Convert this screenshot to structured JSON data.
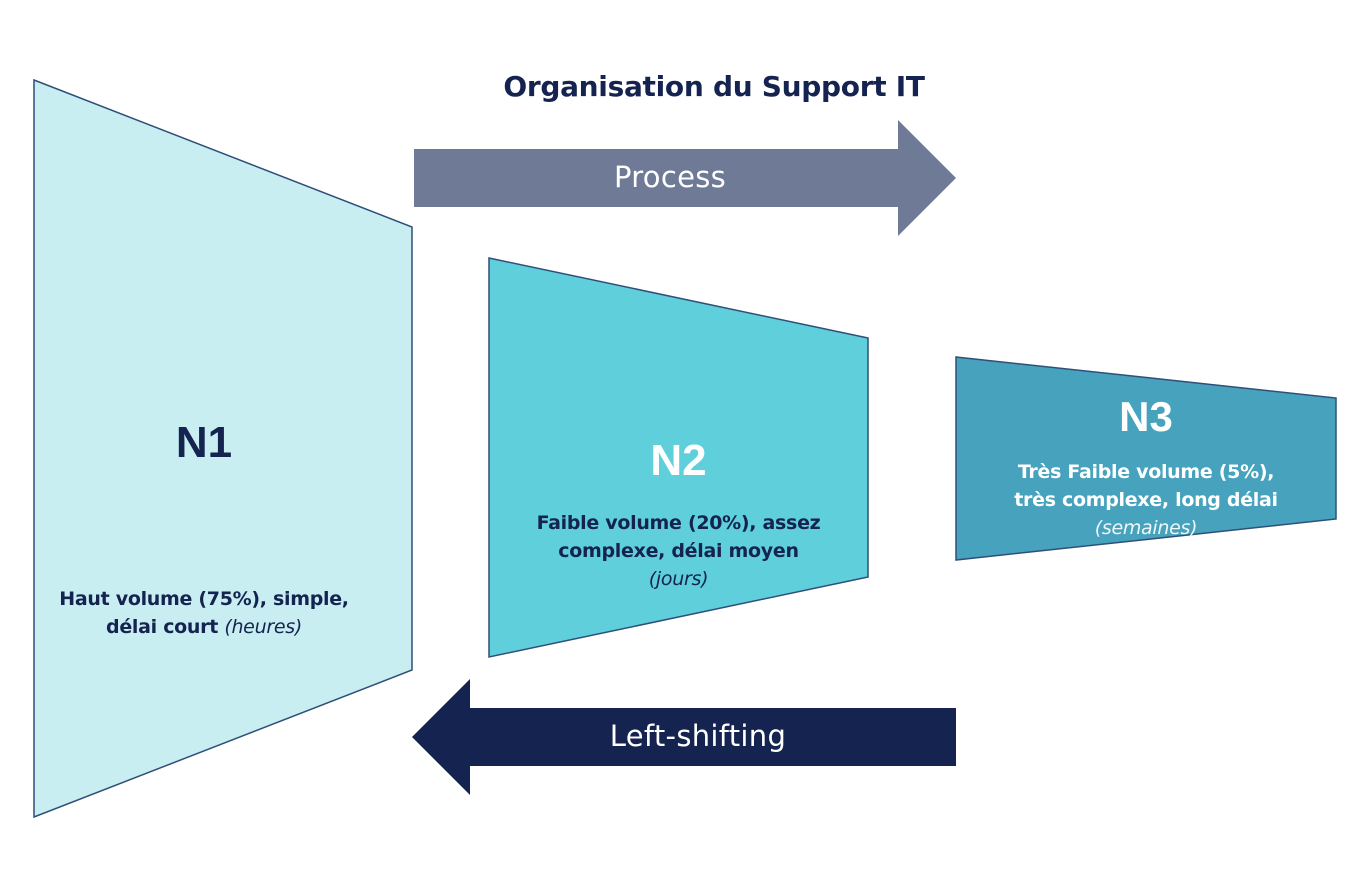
{
  "title": "Organisation du Support IT",
  "arrows": {
    "process": "Process",
    "left_shifting": "Left-shifting"
  },
  "levels": [
    {
      "name": "N1",
      "desc_bold_1": "Haut volume (75%), simple,",
      "desc_bold_2": "délai court",
      "desc_italic": "(heures)"
    },
    {
      "name": "N2",
      "desc_bold_1": "Faible volume (20%), assez",
      "desc_bold_2": "complexe, délai moyen",
      "desc_italic": "(jours)"
    },
    {
      "name": "N3",
      "desc_bold_1": "Très Faible volume (5%),",
      "desc_bold_2": "très complexe, long délai",
      "desc_italic": "(semaines)"
    }
  ],
  "colors": {
    "title": "#14234f",
    "n1_fill": "#c9eef2",
    "n2_fill": "#5ecfdb",
    "n3_fill": "#46a2bd",
    "shape_stroke": "#2f4f78",
    "process_arrow": "#6f7a96",
    "left_shifting_arrow": "#14234f"
  }
}
